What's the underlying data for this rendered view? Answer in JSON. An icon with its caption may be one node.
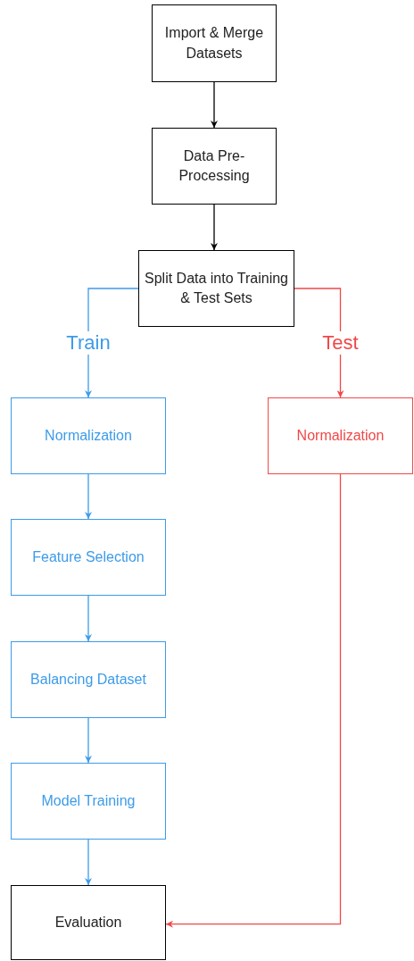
{
  "diagram": {
    "nodes": [
      {
        "text": [
          "Import & Merge Datasets"
        ]
      },
      {
        "text": [
          "Data Pre-Processing"
        ]
      },
      {
        "text": [
          "Split Data into Training & Test Sets"
        ]
      },
      {
        "text": [
          "Normalization"
        ]
      },
      {
        "text": [
          "Normalization"
        ]
      },
      {
        "text": [
          "Feature Selection"
        ]
      },
      {
        "text": [
          "Balancing Dataset"
        ]
      },
      {
        "text": [
          "Model Training"
        ]
      },
      {
        "text": [
          "Evaluation"
        ]
      }
    ],
    "edges": [
      {
        "from": 0,
        "to": 1,
        "arrow": "to",
        "color": "#000000"
      },
      {
        "from": 1,
        "to": 2,
        "arrow": "to",
        "color": "#000000"
      },
      {
        "from": 2,
        "to": 3,
        "arrow": "to",
        "label": "Train",
        "color": "#3d9be9"
      },
      {
        "from": 2,
        "to": 4,
        "arrow": "to",
        "label": "Test",
        "color": "#f04848"
      },
      {
        "from": 3,
        "to": 5,
        "arrow": "to",
        "color": "#3d9be9"
      },
      {
        "from": 5,
        "to": 6,
        "arrow": "to",
        "color": "#3d9be9"
      },
      {
        "from": 6,
        "to": 7,
        "arrow": "to",
        "color": "#3d9be9"
      },
      {
        "from": 7,
        "to": 8,
        "arrow": "to",
        "color": "#3d9be9"
      },
      {
        "from": 4,
        "to": 8,
        "arrow": "to",
        "color": "#f04848"
      }
    ]
  }
}
